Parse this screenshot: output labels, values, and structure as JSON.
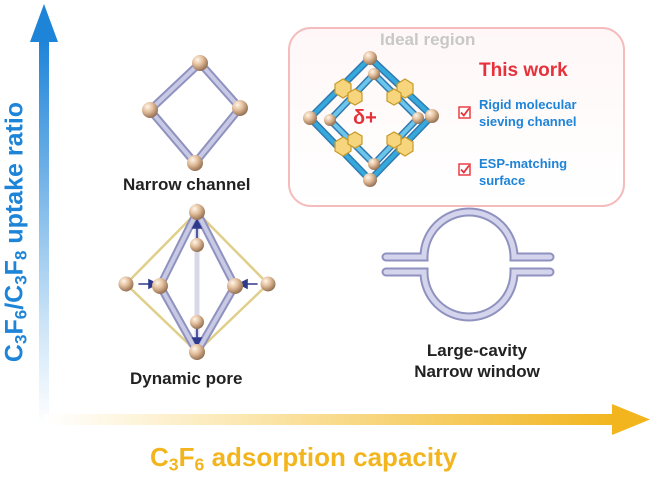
{
  "axes": {
    "y_label": {
      "pre": "C",
      "s1": "3",
      "mid1": "F",
      "s2": "6",
      "mid2": "/C",
      "s3": "3",
      "mid3": "F",
      "s4": "8",
      "post": " uptake ratio"
    },
    "x_label": {
      "pre": "C",
      "s1": "3",
      "mid1": "F",
      "s2": "6",
      "post": " adsorption capacity"
    }
  },
  "ideal_region": {
    "title": "Ideal region",
    "this_work": "This work",
    "charge": "δ+",
    "features": [
      {
        "line1": "Rigid molecular",
        "line2": "sieving channel"
      },
      {
        "line1": "ESP-matching",
        "line2": "surface"
      }
    ]
  },
  "structures": {
    "narrow_channel": "Narrow channel",
    "dynamic_pore": "Dynamic pore",
    "large_cavity_line1": "Large-cavity",
    "large_cavity_line2": "Narrow window"
  },
  "colors": {
    "y_axis": "#1e84d8",
    "x_axis": "#f2b51e",
    "highlight_red": "#e6323b",
    "region_border": "#f4bcbc",
    "rod": "#b3b5d6",
    "node": "#d9b596",
    "channel_blue": "#35a9dc",
    "hexagon": "#f6d57c"
  }
}
